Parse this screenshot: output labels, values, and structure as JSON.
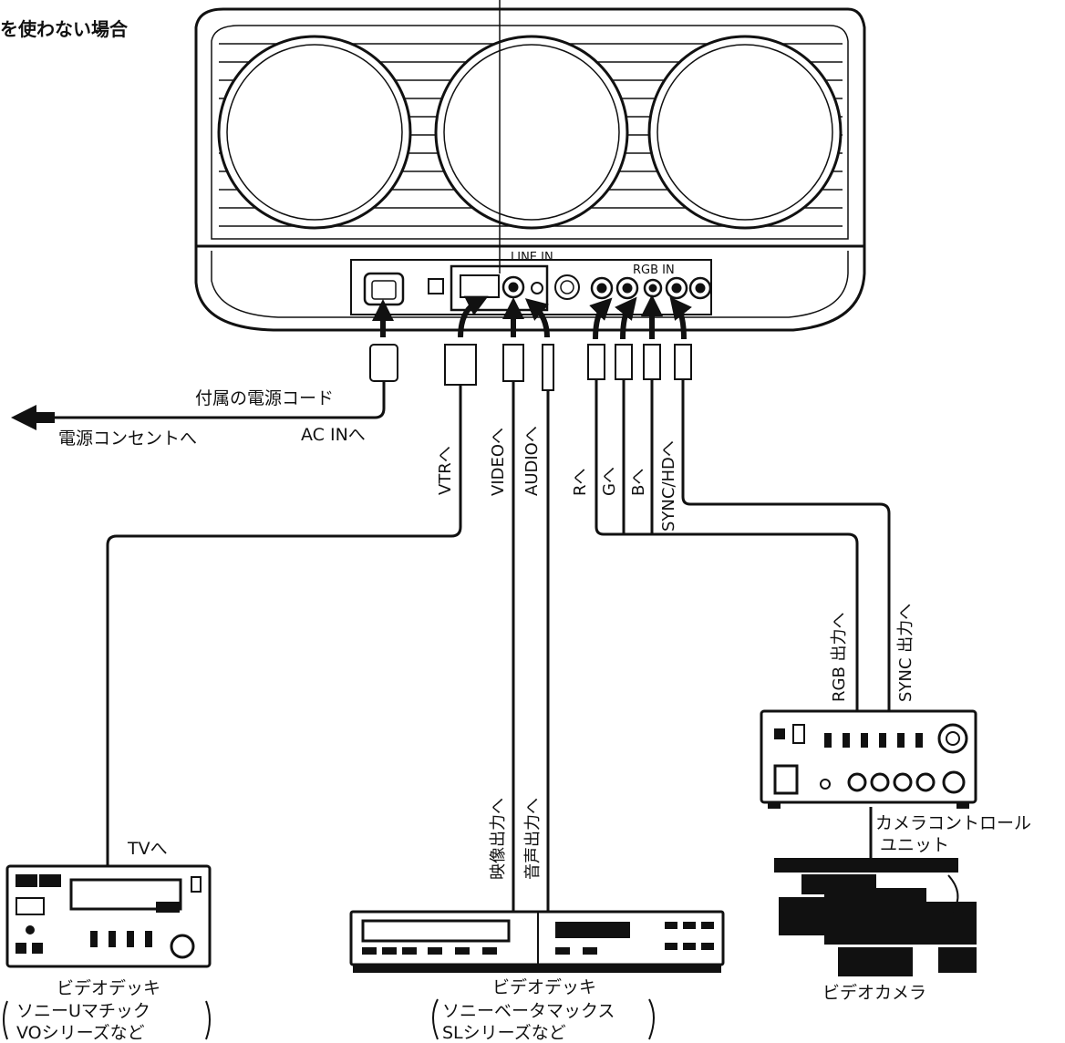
{
  "heading": "を使わない場合",
  "panel": {
    "line_in": "LINE IN",
    "rgb_in": "RGB IN"
  },
  "power": {
    "cord": "付属の電源コード",
    "to_outlet": "電源コンセントへ",
    "ac_in": "AC INへ"
  },
  "cables": {
    "vtr": "VTRへ",
    "video": "VIDEOへ",
    "audio": "AUDIOへ",
    "r": "Rへ",
    "g": "Gへ",
    "b": "Bへ",
    "sync_hd": "SYNC/HDへ"
  },
  "ccu": {
    "rgb_out": "RGB 出力へ",
    "sync_out": "SYNC 出力へ",
    "label_line1": "カメラコントロール",
    "label_line2": "ユニット"
  },
  "deck_u": {
    "tv": "TVへ",
    "name": "ビデオデッキ",
    "paren_line1": "ソニーUマチック",
    "paren_line2": "VOシリーズなど"
  },
  "deck_beta": {
    "video_out": "映像出力へ",
    "audio_out": "音声出力へ",
    "name": "ビデオデッキ",
    "paren_line1": "ソニーベータマックス",
    "paren_line2": "SLシリーズなど"
  },
  "camera": {
    "name": "ビデオカメラ"
  }
}
